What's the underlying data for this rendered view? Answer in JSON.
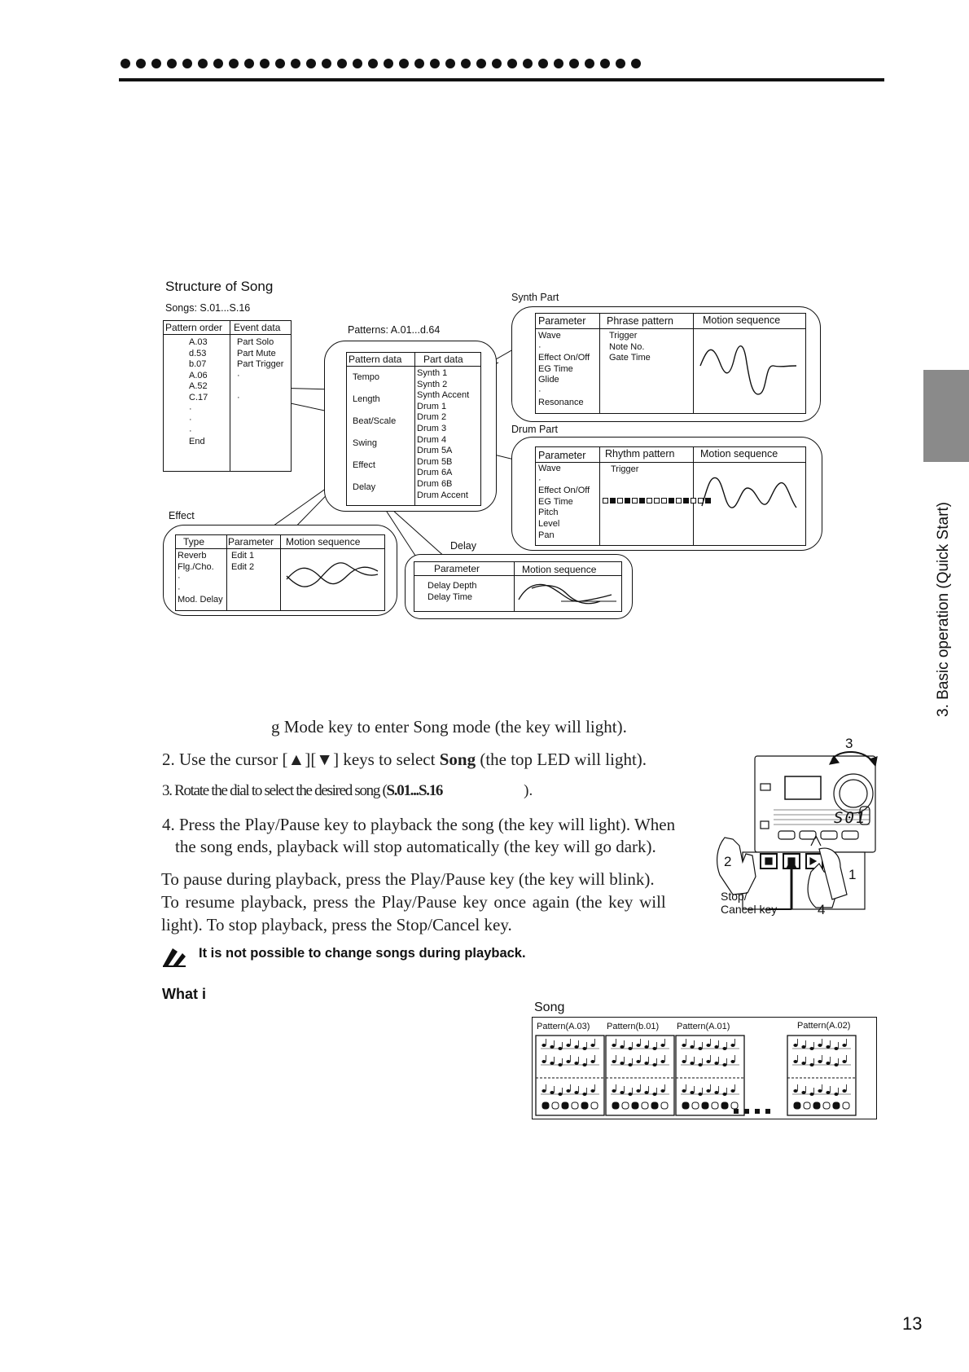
{
  "header": {
    "dot_count": 34
  },
  "side_tab": {
    "label": "3. Basic operation (Quick Start)"
  },
  "page_number": "13",
  "structure": {
    "title": "Structure of Song",
    "songs_label": "Songs: S.01...S.16",
    "song_table": {
      "headers": [
        "Pattern order",
        "Event data"
      ],
      "patterns": [
        "A.03",
        "d.53",
        "b.07",
        "A.06",
        "A.52",
        "C.17",
        "·",
        "·",
        "·",
        "End"
      ],
      "events": [
        "Part Solo",
        "Part Mute",
        "Part Trigger",
        "·",
        "",
        "·"
      ]
    },
    "patterns_label": "Patterns: A.01...d.64",
    "pattern_table": {
      "headers": [
        "Pattern data",
        "Part data"
      ],
      "pattern_data": [
        "Tempo",
        "Length",
        "Beat/Scale",
        "Swing",
        "Effect",
        "Delay"
      ],
      "part_data": [
        "Synth 1",
        "Synth 2",
        "Synth Accent",
        "Drum 1",
        "Drum 2",
        "Drum 3",
        "Drum 4",
        "Drum 5A",
        "Drum 5B",
        "Drum 6A",
        "Drum 6B",
        "Drum Accent"
      ]
    },
    "synth_part": {
      "label": "Synth Part",
      "headers": [
        "Parameter",
        "Phrase pattern",
        "Motion sequence"
      ],
      "params": [
        "Wave",
        "·",
        "Effect On/Off",
        "EG Time",
        "Glide",
        "·",
        "Resonance"
      ],
      "phrase": [
        "Trigger",
        "Note No.",
        "Gate Time"
      ]
    },
    "drum_part": {
      "label": "Drum Part",
      "headers": [
        "Parameter",
        "Rhythm pattern",
        "Motion sequence"
      ],
      "params": [
        "Wave",
        "·",
        "Effect On/Off",
        "EG Time",
        "Pitch",
        "Level",
        "Pan"
      ],
      "rhythm": [
        "Trigger"
      ]
    },
    "effect": {
      "label": "Effect",
      "headers": [
        "Type",
        "Parameter",
        "Motion sequence"
      ],
      "types": [
        "Reverb",
        "Flg./Cho.",
        "·",
        "·",
        "Mod. Delay"
      ],
      "params": [
        "Edit 1",
        "Edit 2"
      ]
    },
    "delay": {
      "label": "Delay",
      "headers": [
        "Parameter",
        "Motion sequence"
      ],
      "params": [
        "Delay Depth",
        "Delay Time"
      ]
    }
  },
  "steps": {
    "step1_fragment": "g Mode key to enter Song mode (the key will light).",
    "step2_pre": "2. Use the cursor [▲][▼] keys to select ",
    "step2_bold": "Song",
    "step2_post": " (the top LED will light).",
    "step3_pre": "3. Rotate the dial to select the desired song (",
    "step3_bold": "S.01...S.16",
    "step3_post": ").",
    "step4_line1": "4. Press the Play/Pause key to playback the song (the key will light). When",
    "step4_line2": "the song ends, playback will stop automatically (the key will go dark).",
    "para_line1": "To pause during playback, press the Play/Pause key (the key will blink).",
    "para_line2": "To resume playback, press the Play/Pause key once again (the key will",
    "para_line3": "light). To stop playback, press the Stop/Cancel key.",
    "note": "It is not possible to change songs during playback.",
    "what_heading": "What i"
  },
  "device_figure": {
    "callout_3": "3",
    "callout_2": "2",
    "callout_1": "1",
    "callout_4": "4",
    "display": "S01",
    "stop_label_1": "Stop/",
    "stop_label_2": "Cancel key"
  },
  "song_figure": {
    "title": "Song",
    "patterns": [
      "Pattern(A.03)",
      "Pattern(b.01)",
      "Pattern(A.01)",
      "Pattern(A.02)"
    ]
  }
}
